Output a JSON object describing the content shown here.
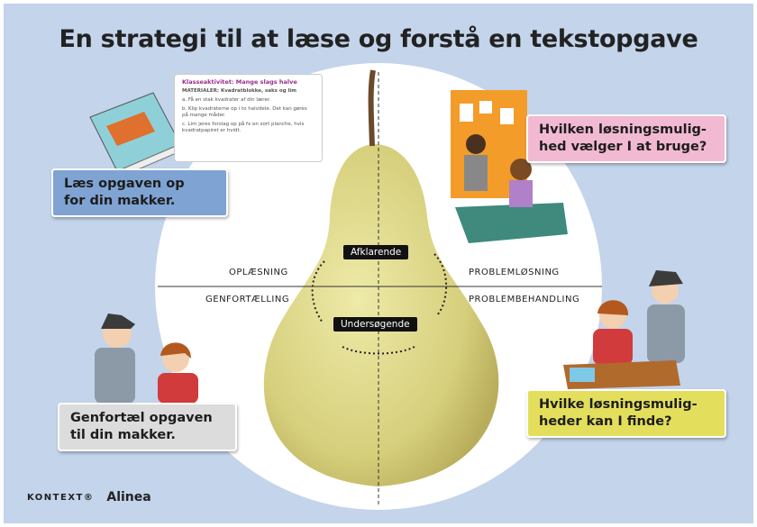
{
  "title": "En strategi til at læse og forstå en tekstopgave",
  "quadrant_labels": {
    "top_left": "OPLÆSNING",
    "bottom_left": "GENFORTÆLLING",
    "top_right": "PROBLEMLØSNING",
    "bottom_right": "PROBLEMBEHANDLING"
  },
  "center_tags": {
    "top": "Afklarende",
    "bottom": "Undersøgende"
  },
  "boxes": {
    "read": {
      "line1": "Læs opgaven op",
      "line2": "for din makker.",
      "color": "#7fa3d3"
    },
    "choose": {
      "line1": "Hvilken løsningsmulig-",
      "line2": "hed vælger I at bruge?",
      "color": "#f2b9d2"
    },
    "retell": {
      "line1": "Genfortæl opgaven",
      "line2": "til din makker.",
      "color": "#dcdcdc"
    },
    "find": {
      "line1": "Hvilke løsningsmulig-",
      "line2": "heder kan I finde?",
      "color": "#e3df5c"
    }
  },
  "card": {
    "title": "Klasseaktivitet: Mange slags halve",
    "materials": "MATERIALER: Kvadratblokke, saks og lim",
    "steps": [
      "a. Få en stak kvadrater af din lærer.",
      "b. Klip kvadraterne op i to halvdele. Det kan gøres på mange måder.",
      "c. Lim jeres forslag op på fx en sort planche, hvis kvadratpapiret er hvidt."
    ]
  },
  "logos": {
    "kontext": "KONTEXT®",
    "alinea": "Alinea"
  },
  "colors": {
    "background": "#c3d4eb",
    "pear": "#d9d486"
  }
}
